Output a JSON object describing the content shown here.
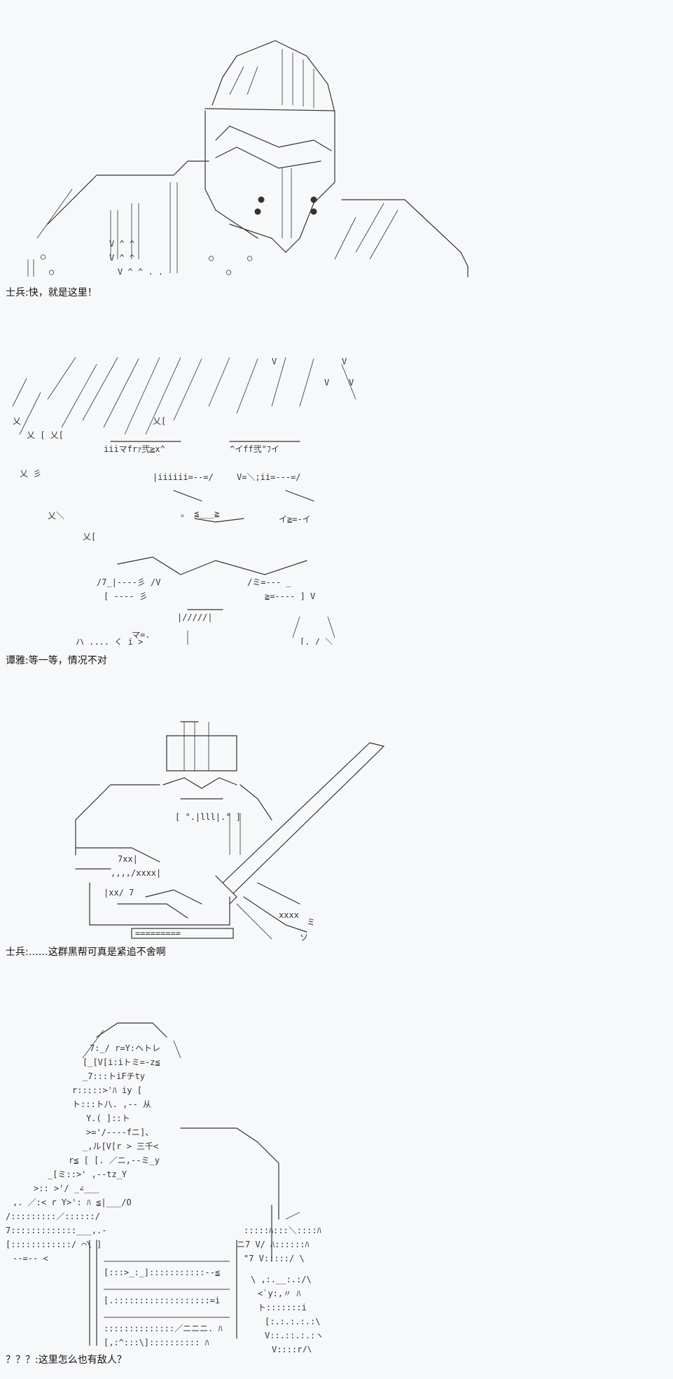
{
  "panels": [
    {
      "speaker": "士兵",
      "line": "快，就是这里！",
      "caption": "士兵:快，就是这里！"
    },
    {
      "speaker": "谭雅",
      "line": "等一等，情况不对",
      "caption": "谭雅:等一等，情况不对"
    },
    {
      "speaker": "士兵",
      "line": "……这群黑帮可真是紧追不舍啊",
      "caption": "士兵:……这群黑帮可真是紧追不舍啊"
    },
    {
      "speaker": "？？？",
      "line": "这里怎么也有敌人？",
      "caption": "？？？:这里怎么也有敌人？"
    }
  ],
  "colors": {
    "background": "#f7f8fa",
    "ink": "#333333"
  }
}
